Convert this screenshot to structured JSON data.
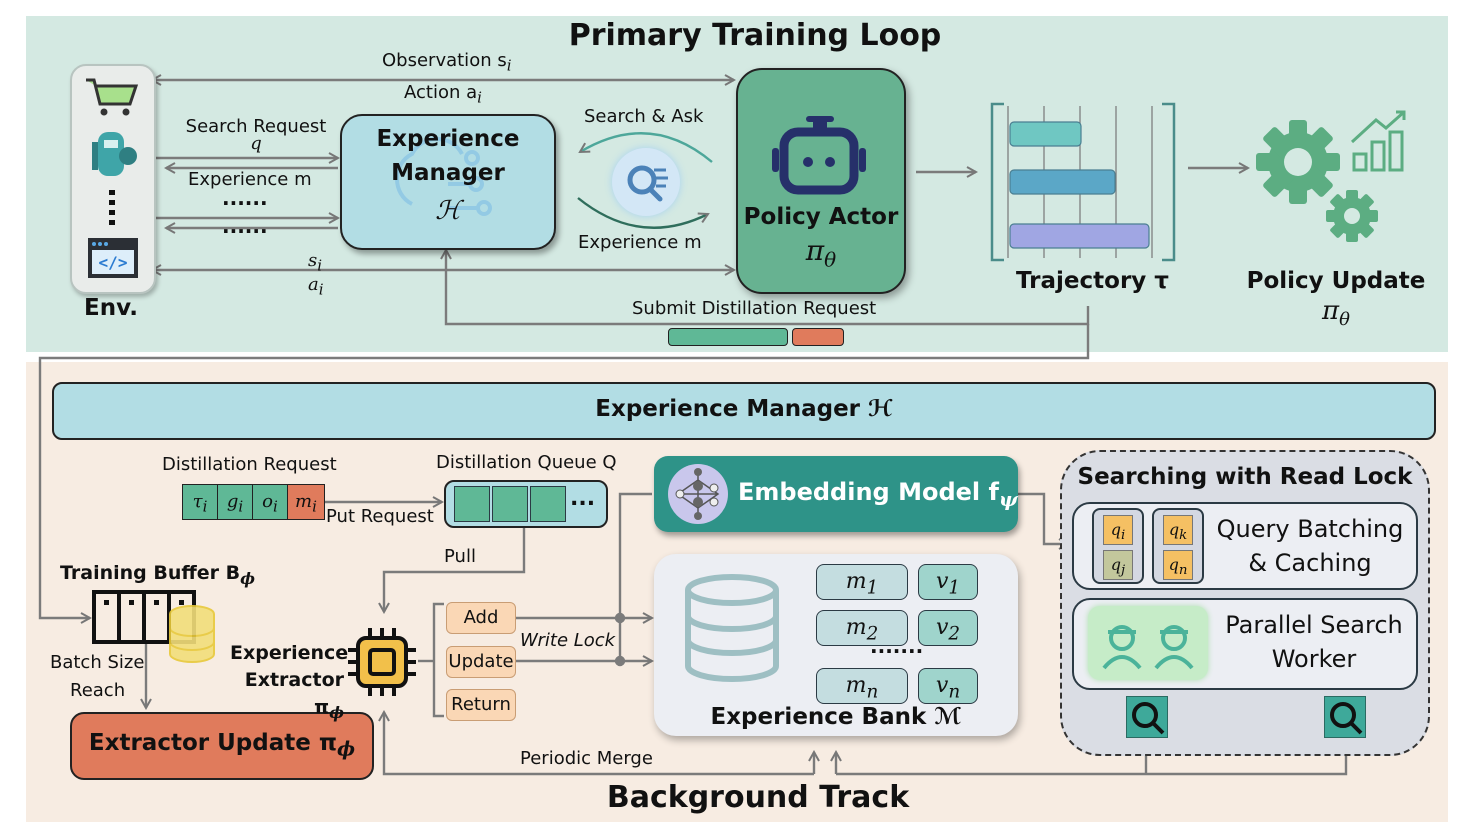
{
  "primary": {
    "title": "Primary Training Loop",
    "env_label": "Env.",
    "env_icons": [
      "shopping-cart-icon",
      "game-character-icon",
      "vertical-ellipsis",
      "code-window-icon"
    ],
    "observation_label": "Observation s",
    "observation_sub": "i",
    "action_label": "Action a",
    "action_sub": "i",
    "search_request_label": "Search Request",
    "search_request_var": "q",
    "experience_label": "Experience m",
    "dots": "......",
    "si_label": "s",
    "si_sub": "i",
    "ai_label": "a",
    "ai_sub": "i",
    "experience_manager": {
      "line1": "Experience",
      "line2": "Manager",
      "symbol": "ℋ"
    },
    "search_ask_label": "Search & Ask",
    "experience_m_label": "Experience m",
    "policy_actor": {
      "label": "Policy Actor",
      "symbol": "π",
      "sub": "θ"
    },
    "trajectory_label": "Trajectory τ",
    "trajectory_bars": [
      0.42,
      0.62,
      0.82
    ],
    "policy_update": {
      "label": "Policy Update",
      "symbol": "π",
      "sub": "θ"
    },
    "submit_label": "Submit Distillation Request"
  },
  "background": {
    "title": "Background Track",
    "experience_manager_bar": "Experience Manager ℋ",
    "distillation_request_label": "Distillation Request",
    "request_cells": [
      {
        "sym": "τ",
        "sub": "i"
      },
      {
        "sym": "g",
        "sub": "i"
      },
      {
        "sym": "o",
        "sub": "i"
      },
      {
        "sym": "m",
        "sub": "i"
      }
    ],
    "put_request_label": "Put Request",
    "queue_label": "Distillation Queue Q",
    "queue_more": "...",
    "pull_label": "Pull",
    "training_buffer_label": "Training Buffer B",
    "training_buffer_sub": "ϕ",
    "batch_size_label": "Batch Size",
    "reach_label": "Reach",
    "extractor_label_line1": "Experience",
    "extractor_label_line2": "Extractor π",
    "extractor_sub": "ϕ",
    "actions": [
      "Add",
      "Update",
      "Return"
    ],
    "write_lock_label": "Write Lock",
    "extractor_update": {
      "label": "Extractor Update π",
      "sub": "ϕ"
    },
    "periodic_merge_label": "Periodic Merge",
    "embedding_model": {
      "label": "Embedding Model f",
      "sub": "ψ"
    },
    "experience_bank": {
      "label": "Experience Bank ℳ",
      "rows": [
        {
          "m": "m",
          "m_sub": "1",
          "v": "v",
          "v_sub": "1"
        },
        {
          "m": "m",
          "m_sub": "2",
          "v": "v",
          "v_sub": "2"
        },
        {
          "m": "m",
          "m_sub": "n",
          "v": "v",
          "v_sub": "n"
        }
      ],
      "ellipsis": "......."
    },
    "search_panel": {
      "title": "Searching with Read Lock",
      "queries": [
        {
          "sym": "q",
          "sub": "i"
        },
        {
          "sym": "q",
          "sub": "j"
        },
        {
          "sym": "q",
          "sub": "k"
        },
        {
          "sym": "q",
          "sub": "n"
        }
      ],
      "query_batching_line1": "Query Batching",
      "query_batching_line2": "& Caching",
      "parallel_line1": "Parallel Search",
      "parallel_line2": "Worker"
    }
  },
  "colors": {
    "top_bg": "#d4e9e2",
    "bottom_bg": "#f7ece2",
    "manager": "#b2dde4",
    "policy_actor": "#67b291",
    "embedding": "#2e9388",
    "extractor_update": "#e07b5c",
    "request_green": "#5fb896",
    "request_orange": "#e07b5c"
  }
}
